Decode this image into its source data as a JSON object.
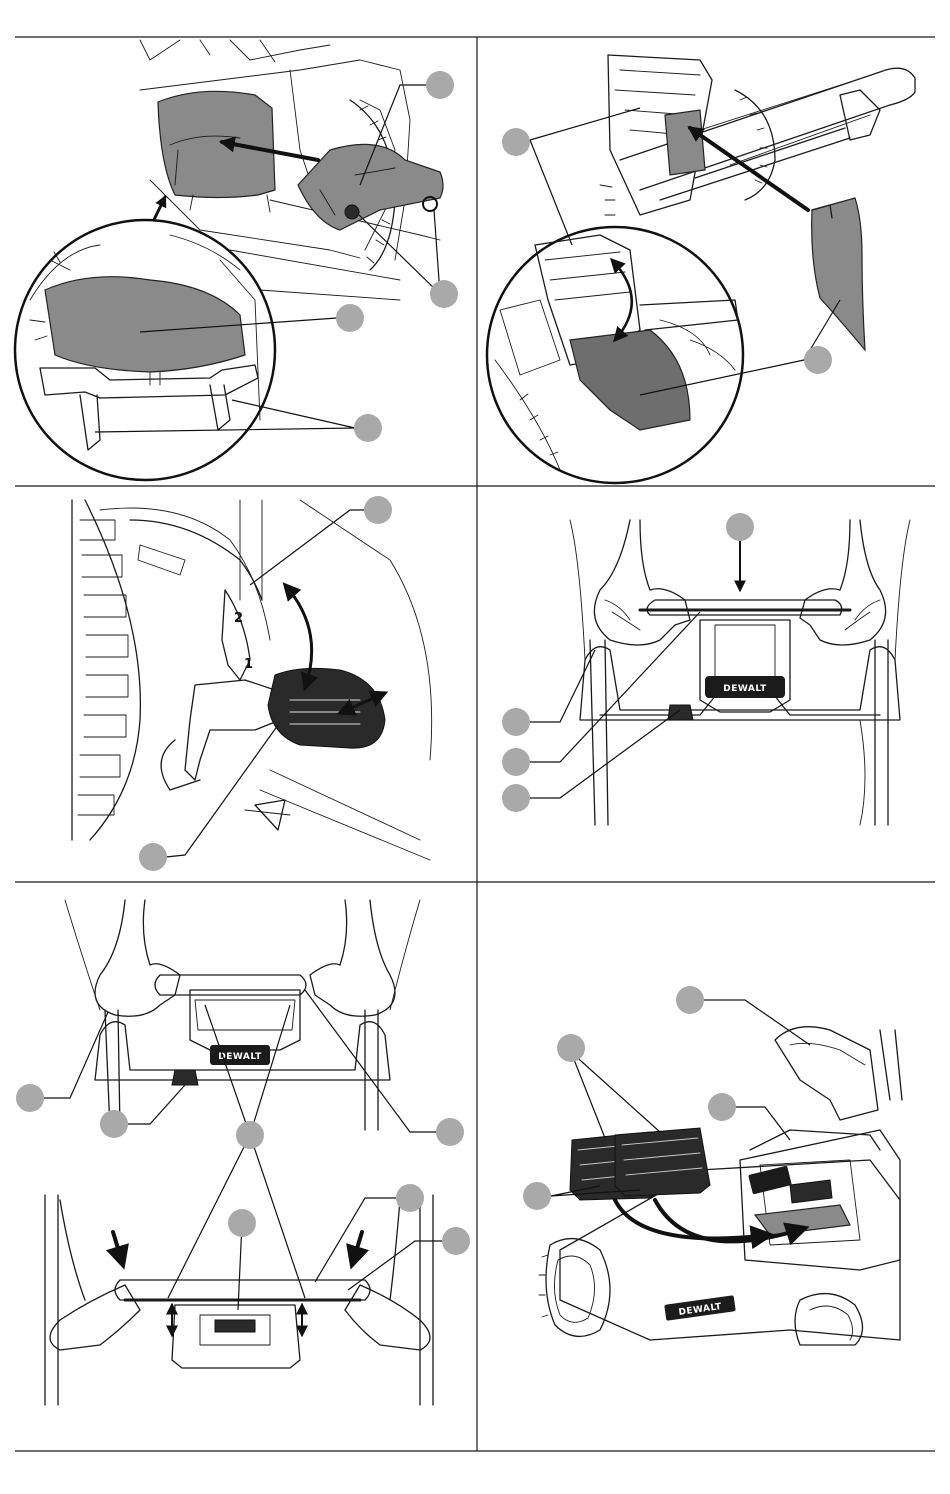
{
  "brand": {
    "logo_text": "DEWALT",
    "note": ""
  },
  "panel_c": {
    "height_marks": [
      "2",
      "1"
    ]
  },
  "colors": {
    "callout_fill": "#a9a9a9",
    "rule": "#1a1a1a",
    "shade": "#6e6e6e"
  },
  "icons": [
    "callout-circle",
    "direction-arrow",
    "magnified-detail-circle",
    "dewalt-logo"
  ]
}
